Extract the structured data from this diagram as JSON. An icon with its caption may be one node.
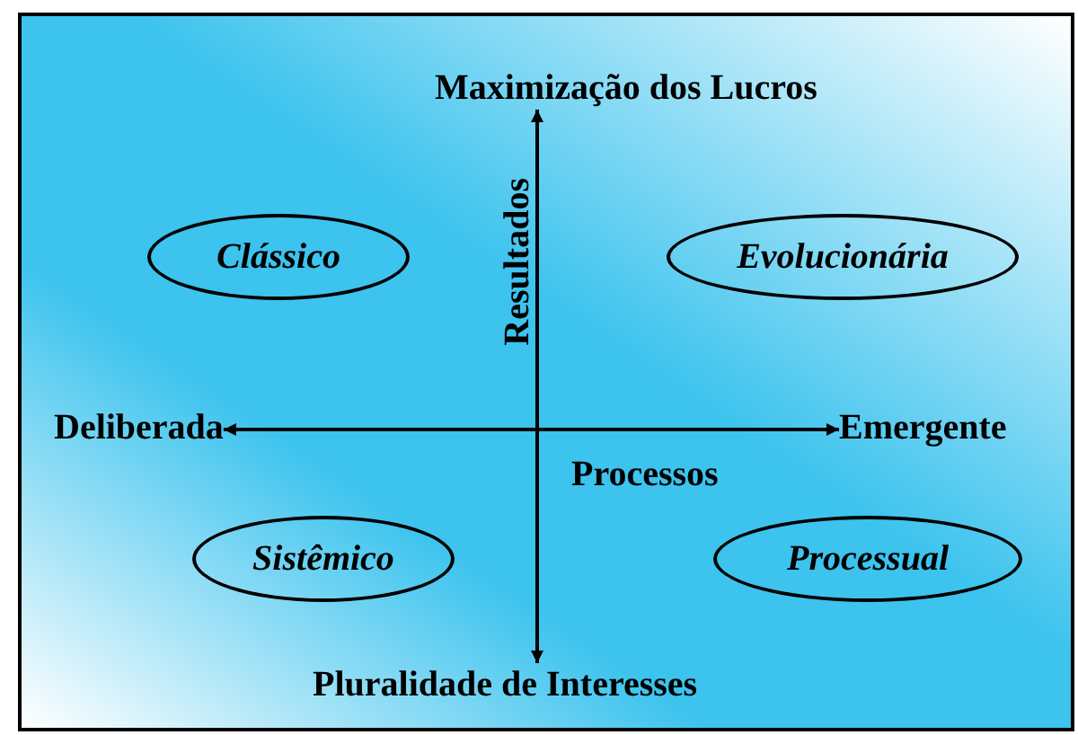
{
  "diagram": {
    "nodes": [
      {
        "text": [
          "Maximização dos Lucros"
        ]
      },
      {
        "text": [
          "Clássico"
        ]
      },
      {
        "text": [
          "Evolucionária"
        ]
      },
      {
        "text": [
          "Deliberada"
        ]
      },
      {
        "text": [
          "Emergente"
        ]
      },
      {
        "text": [
          "Sistêmico"
        ]
      },
      {
        "text": [
          "Processual"
        ]
      },
      {
        "text": [
          "Pluralidade de Interesses"
        ]
      }
    ],
    "edges": [
      {
        "from": 0,
        "to": 7,
        "arrow": "both"
      },
      {
        "from": 3,
        "to": 4,
        "arrow": "both"
      }
    ],
    "labels": [
      "Resultados",
      "Processos"
    ]
  }
}
